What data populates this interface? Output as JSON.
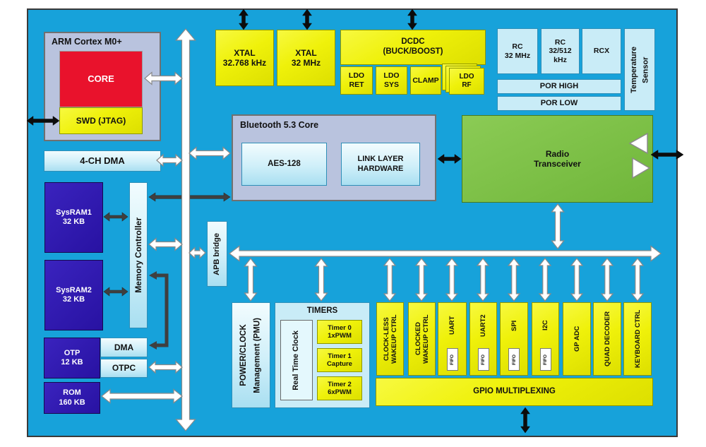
{
  "colors": {
    "background": "#17A2DA",
    "block_yellow": "#EFF10A",
    "block_light_cyan": "#CFEFF9",
    "block_lavender": "#B9C3DE",
    "block_dark_blue": "#2E16AC",
    "block_red": "#E9122C",
    "block_green": "#7CC142",
    "arrow_white": "#FFFFFF",
    "arrow_black": "#0C0C0C",
    "arrow_dark_gray": "#3F3F3F"
  },
  "cpu": {
    "title": "ARM Cortex M0+",
    "core": "CORE",
    "swd": "SWD (JTAG)"
  },
  "memory": {
    "dma": "4-CH DMA",
    "sysram1": "SysRAM1\n32 KB",
    "sysram2": "SysRAM2\n32 KB",
    "controller": "Memory Controller",
    "otp": "OTP\n12 KB",
    "otp_dma": "DMA",
    "otpc": "OTPC",
    "rom": "ROM\n160 KB"
  },
  "clocks_power": {
    "xtal1": "XTAL\n32.768 kHz",
    "xtal2": "XTAL\n32 MHz",
    "dcdc": "DCDC\n(BUCK/BOOST)",
    "ldo_ret": "LDO\nRET",
    "ldo_sys": "LDO\nSYS",
    "clamp": "CLAMP",
    "ldo_rf": "LDO\nRF",
    "rc_32mhz": "RC\n32 MHz",
    "rc_32_512khz": "RC\n32/512\nkHz",
    "rcx": "RCX",
    "por_high": "POR HIGH",
    "por_low": "POR LOW",
    "temp_sensor": "Temperature\nSensor"
  },
  "bluetooth": {
    "title": "Bluetooth 5.3 Core",
    "aes": "AES-128",
    "link_layer": "LINK LAYER\nHARDWARE"
  },
  "radio": {
    "label": "Radio\nTransceiver"
  },
  "bus": {
    "apb_bridge": "APB bridge"
  },
  "pmu": {
    "label": "POWER/CLOCK\nManagement (PMU)"
  },
  "timers": {
    "title": "TIMERS",
    "rtc": "Real Time Clock",
    "items": [
      {
        "label": "Timer 0\n1xPWM"
      },
      {
        "label": "Timer 1\nCapture"
      },
      {
        "label": "Timer 2\n6xPWM"
      }
    ]
  },
  "peripherals": {
    "fifo_label": "FIFO",
    "items": [
      {
        "label": "CLOCK-LESS\nWAKEUP CTRL",
        "fifo": false
      },
      {
        "label": "CLOCKED\nWAKEUP CTRL",
        "fifo": false
      },
      {
        "label": "UART",
        "fifo": true
      },
      {
        "label": "UART2",
        "fifo": true
      },
      {
        "label": "SPI",
        "fifo": true
      },
      {
        "label": "I2C",
        "fifo": true
      },
      {
        "label": "GP ADC",
        "fifo": false
      },
      {
        "label": "QUAD DECODER",
        "fifo": false
      },
      {
        "label": "KEYBOARD CTRL",
        "fifo": false
      }
    ]
  },
  "gpio": {
    "label": "GPIO MULTIPLEXING"
  }
}
